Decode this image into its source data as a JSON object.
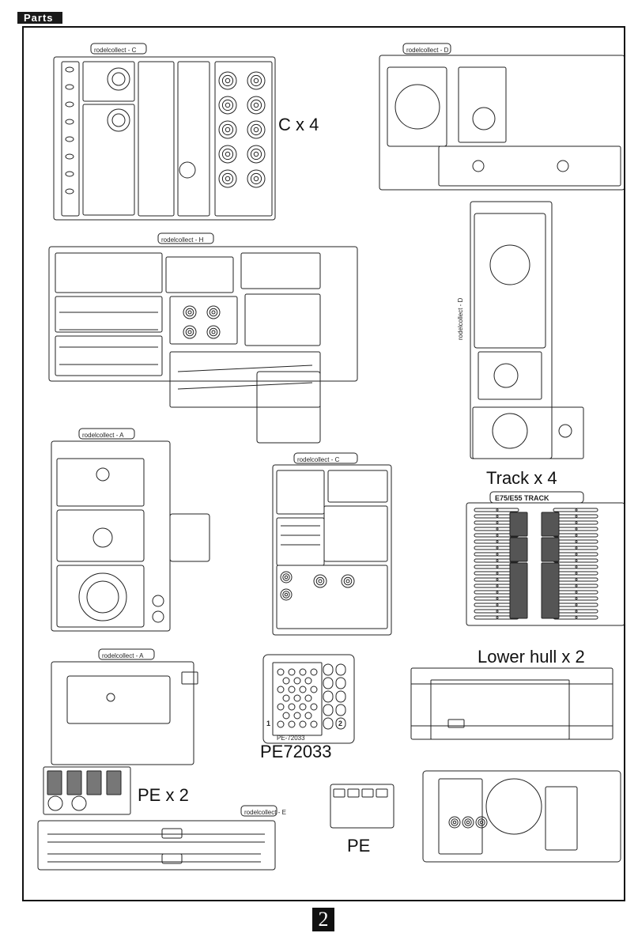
{
  "header": {
    "title": "Parts"
  },
  "page_number": "2",
  "sprues": [
    {
      "id": "C",
      "tag": "rodelcollect - C",
      "label": "C x 4"
    },
    {
      "id": "D",
      "tag": "rodelcollect - D"
    },
    {
      "id": "H",
      "tag": "rodelcollect - H"
    },
    {
      "id": "D2",
      "tag": "rodelcollect - D"
    },
    {
      "id": "A",
      "tag": "rodelcollect - A"
    },
    {
      "id": "C2",
      "tag": "rodelcollect - C"
    },
    {
      "id": "A2",
      "tag": "rodelcollect - A"
    },
    {
      "id": "E",
      "tag": "rodelcollect - E"
    }
  ],
  "track": {
    "label": "Track x 4",
    "tag": "E75/E55 TRACK"
  },
  "lower_hull": {
    "label": "Lower hull x 2"
  },
  "pe72033": {
    "label": "PE72033",
    "plate_text": "PE-72033",
    "num1": "1",
    "num2": "2"
  },
  "pe_x2": {
    "label": "PE x 2"
  },
  "pe": {
    "label": "PE"
  }
}
